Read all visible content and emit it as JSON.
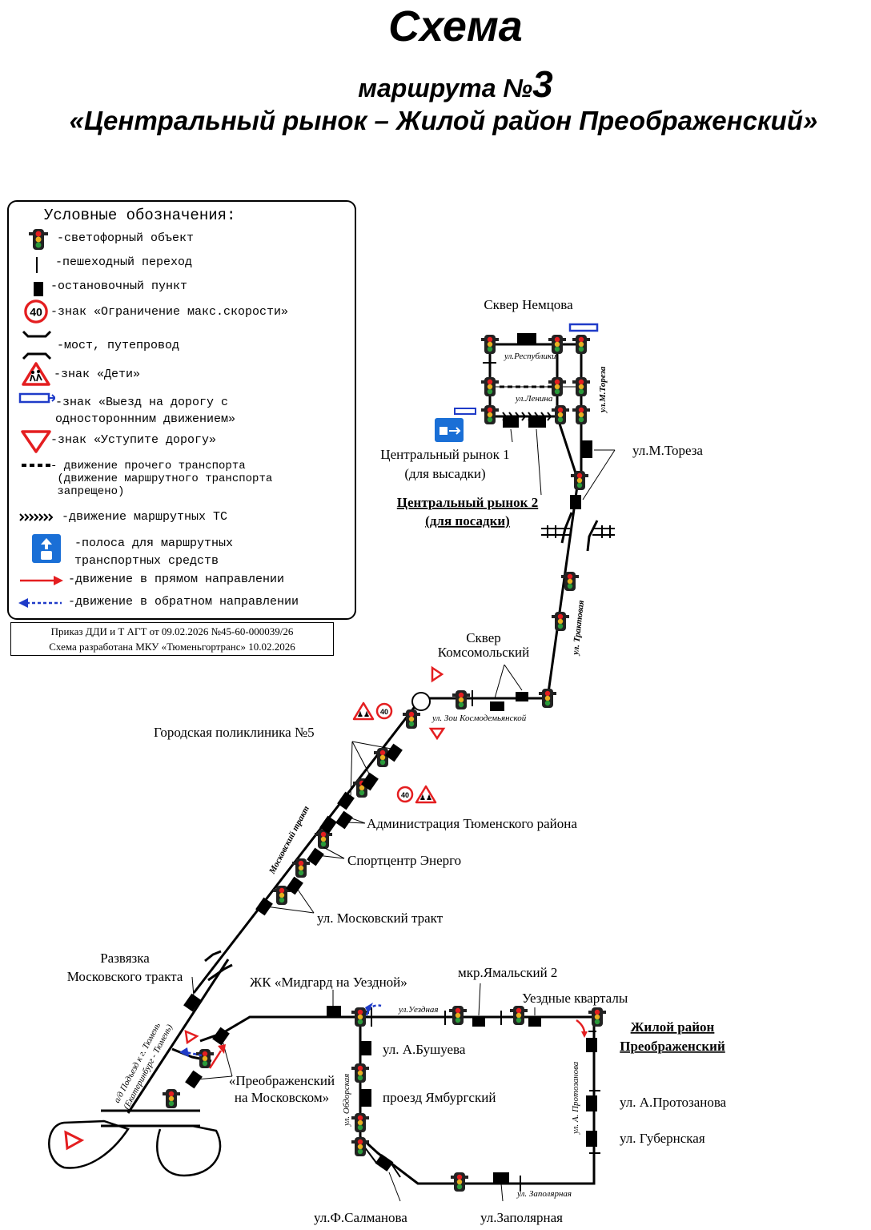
{
  "title": {
    "line1": "Схема",
    "line2_prefix": "маршрута №",
    "line2_number": "3",
    "line3": "«Центральный рынок – Жилой район Преображенский»"
  },
  "legend": {
    "heading": "Условные обозначения:",
    "items": [
      {
        "icon": "traffic-light-icon",
        "text": "-светофорный объект"
      },
      {
        "icon": "pedestrian-crossing-icon",
        "text": "-пешеходный переход"
      },
      {
        "icon": "bus-stop-icon",
        "text": "-остановочный пункт"
      },
      {
        "icon": "speed-limit-40-icon",
        "text": "-знак «Ограничение макс.скорости»",
        "sign_value": "40"
      },
      {
        "icon": "bridge-icon",
        "text": "-мост, путепровод"
      },
      {
        "icon": "children-sign-icon",
        "text": "-знак «Дети»"
      },
      {
        "icon": "one-way-exit-sign-icon",
        "text": "-знак «Выезд на дорогу с\nодностороннним движением»"
      },
      {
        "icon": "yield-sign-icon",
        "text": "-знак «Уступите дорогу»"
      },
      {
        "icon": "other-traffic-dashed-icon",
        "text": "- движение прочего транспорта\n (движение маршрутного транспорта\n запрещено)"
      },
      {
        "icon": "route-traffic-arrows-icon",
        "text": "-движение маршрутных ТС"
      },
      {
        "icon": "bus-lane-sign-icon",
        "text": "-полоса для маршрутных\nтранспортных средств"
      },
      {
        "icon": "forward-direction-arrow-icon",
        "text": "-движение в прямом направлении"
      },
      {
        "icon": "reverse-direction-arrow-icon",
        "text": "-движение в обратном направлении"
      }
    ]
  },
  "order": {
    "line1": "Приказ ДДИ и Т АГТ от 09.02.2026 №45-60-000039/26",
    "line2": "Схема разработана МКУ «Тюменьгортранс» 10.02.2026"
  },
  "stops": {
    "skver_nemtsova": "Сквер Немцова",
    "central_market_1_l1": "Центральный рынок 1",
    "central_market_1_l2": "(для высадки)",
    "central_market_2_l1": "Центральный рынок 2",
    "central_market_2_l2": "(для посадки)",
    "m_toreza": "ул.М.Тореза",
    "skver_komsomolsky_l1": "Сквер",
    "skver_komsomolsky_l2": "Комсомольский",
    "polyclinic_5": "Городская поликлиника №5",
    "admin_tyumen": "Администрация Тюменского района",
    "sport_energo": "Спортцентр Энерго",
    "moskovsky_trakt_stop": "ул. Московский тракт",
    "razvyazka_l1": "Развязка",
    "razvyazka_l2": "Московского тракта",
    "preobr_moskovsky_l1": "«Преображенский",
    "preobr_moskovsky_l2": "на Московском»",
    "zhk_midgard": "ЖК «Мидгард на Уездной»",
    "mkr_yamalsky_2": "мкр.Ямальский 2",
    "uezdnye_kvartaly": "Уездные кварталы",
    "terminal_l1": "Жилой район",
    "terminal_l2": "Преображенский",
    "a_busheva": "ул. А.Бушуева",
    "proezd_yamburgsky": "проезд Ямбургский",
    "a_protozanova": "ул. А.Протозанова",
    "gubernskaya": "ул. Губернская",
    "f_salmanova": "ул.Ф.Салманова",
    "zapolyarnaya": "ул.Заполярная"
  },
  "streets": {
    "respubliki": "ул.Республики",
    "lenina": "ул.Ленина",
    "m_toreza": "ул.М.Тореза",
    "traktovaya": "ул. Трактовая",
    "zoi_kosmodemyanskoi": "ул. Зои Космодемьянской",
    "moskovsky_trakt": "Московский тракт",
    "podezd_l1": "а/д Подъезд к г. Тюмень",
    "podezd_l2": "(Екатеринбург - Тюмень)",
    "uezdnaya": "ул.Уездная",
    "obdorskaya": "ул. Обдорская",
    "a_protozanova": "ул. А. Протозанова",
    "zapolyarnaya": "ул. Заполярная"
  },
  "signs": {
    "speed_limit": "40"
  },
  "colors": {
    "forward_arrow": "#e41e20",
    "reverse_arrow": "#1f3bc8",
    "sign_red": "#e41e20",
    "bus_lane_blue": "#1a6fd6",
    "one_way_blue": "#1f3bc8"
  }
}
